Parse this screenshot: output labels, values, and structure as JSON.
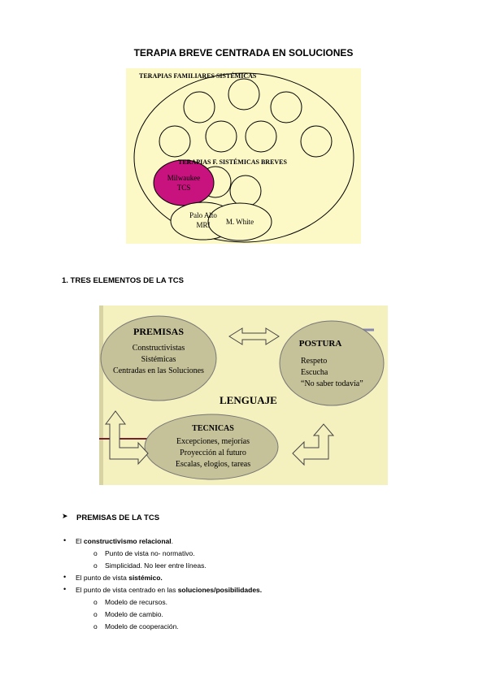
{
  "title": "TERAPIA BREVE CENTRADA EN SOLUCIONES",
  "figure1": {
    "outer_label": "TERAPIAS FAMILIARES SISTÉMICAS",
    "inner_label": "TERAPIAS F. SISTÉMICAS BREVES",
    "highlight_line1": "Milwaukee",
    "highlight_line2": "TCS",
    "palo_alto_line1": "Palo Alto",
    "palo_alto_line2": "MRI",
    "white_label": "M. White",
    "colors": {
      "background": "#fcf9c7",
      "highlight": "#c8137f"
    }
  },
  "section1_heading": "1.   TRES ELEMENTOS DE LA TCS",
  "figure2": {
    "premisas_title": "PREMISAS",
    "premisas_items": [
      "Constructivistas",
      "Sistémicas",
      "Centradas en las Soluciones"
    ],
    "postura_title": "POSTURA",
    "postura_items": [
      "Respeto",
      "Escucha",
      "“No saber todavía”"
    ],
    "lenguaje": "LENGUAJE",
    "tecnicas_title": "TECNICAS",
    "tecnicas_items": [
      "Excepciones, mejorías",
      "Proyección al futuro",
      "Escalas, elogios, tareas"
    ],
    "colors": {
      "background": "#f4f1bf",
      "ellipse": "#c5c199"
    }
  },
  "section2_heading": "PREMISAS DE LA TCS",
  "bullets": {
    "b1_pre": "El ",
    "b1_bold": "constructivismo relacional",
    "b1_post": ".",
    "b1_sub": [
      "Punto de vista no- normativo.",
      "Simplicidad. No leer entre líneas."
    ],
    "b2_pre": "El punto de vista ",
    "b2_bold": "sistémico.",
    "b3_pre": "El punto de vista centrado en las ",
    "b3_bold": "soluciones/posibilidades.",
    "b3_sub": [
      "Modelo de recursos.",
      "Modelo de cambio.",
      "Modelo de cooperación."
    ]
  }
}
